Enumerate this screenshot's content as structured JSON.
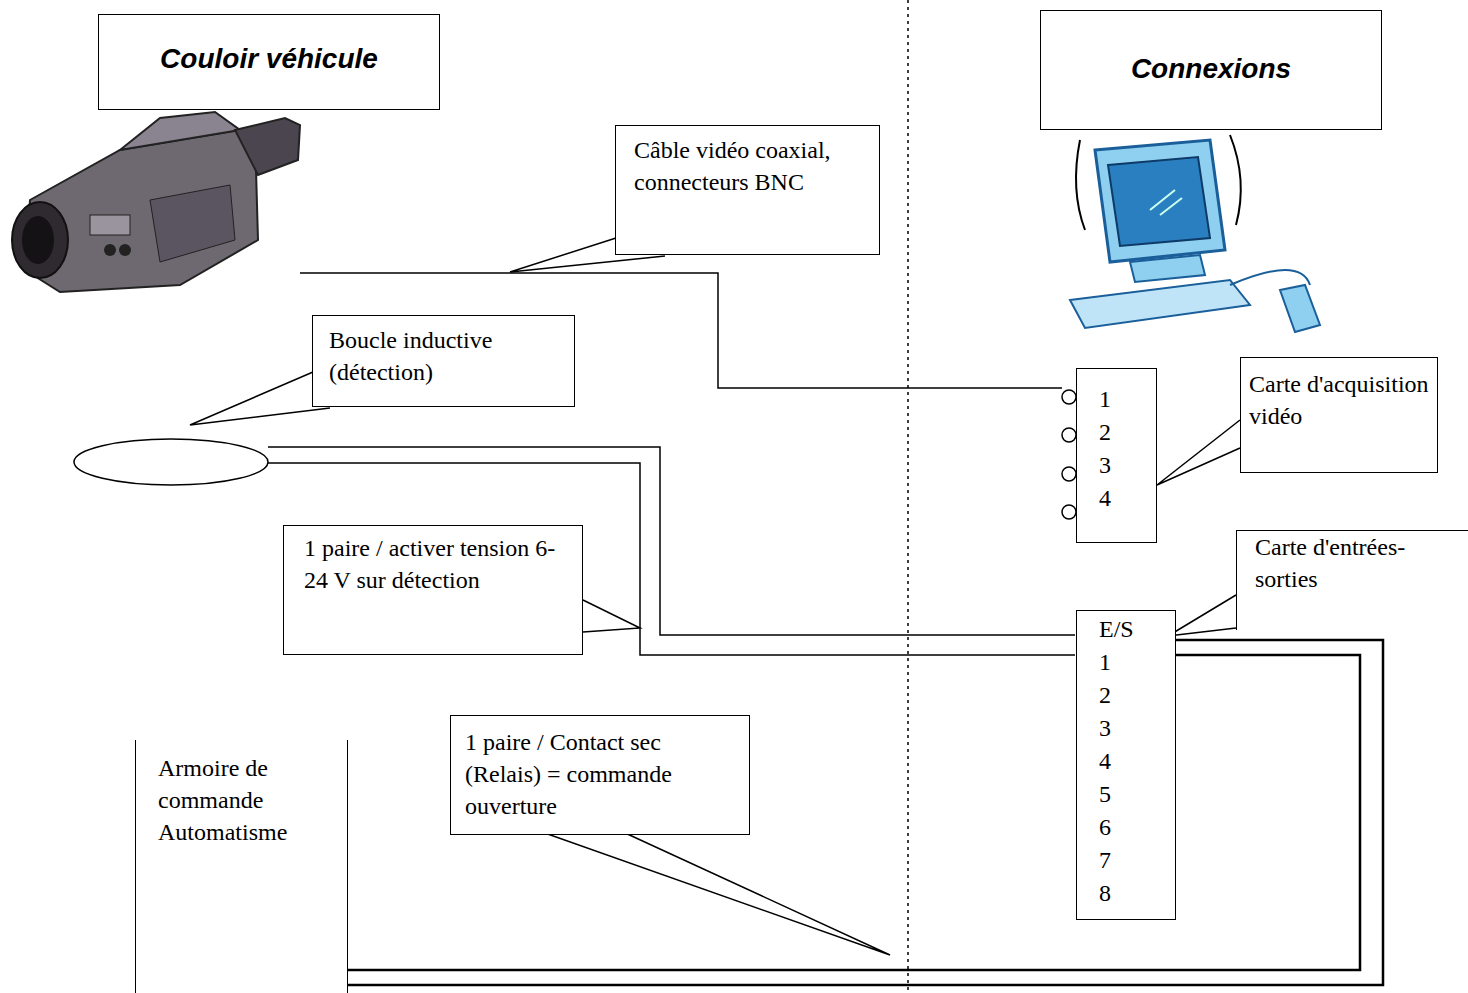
{
  "diagram": {
    "nodes": [
      {
        "text": [
          "Couloir véhicule"
        ]
      },
      {
        "text": [
          "Connexions"
        ]
      },
      {
        "text": [
          "Câble vidéo coaxial, connecteurs BNC"
        ]
      },
      {
        "text": [
          "Boucle inductive (détection)"
        ]
      },
      {
        "text": [
          "Carte d'acquisition vidéo"
        ]
      },
      {
        "text": [
          "1",
          "2",
          "3",
          "4"
        ]
      },
      {
        "text": [
          "1 paire / activer tension 6-24 V sur détection"
        ]
      },
      {
        "text": [
          "Carte d'entrées-sorties"
        ]
      },
      {
        "text": [
          "E/S",
          "1",
          "2",
          "3",
          "4",
          "5",
          "6",
          "7",
          "8"
        ]
      },
      {
        "text": [
          "1 paire / Contact sec (Relais) = commande ouverture"
        ]
      },
      {
        "text": [
          "Armoire de commande Automatisme"
        ]
      }
    ],
    "edges": [
      {
        "from": 10,
        "to": 8,
        "arrow": "none"
      }
    ]
  }
}
